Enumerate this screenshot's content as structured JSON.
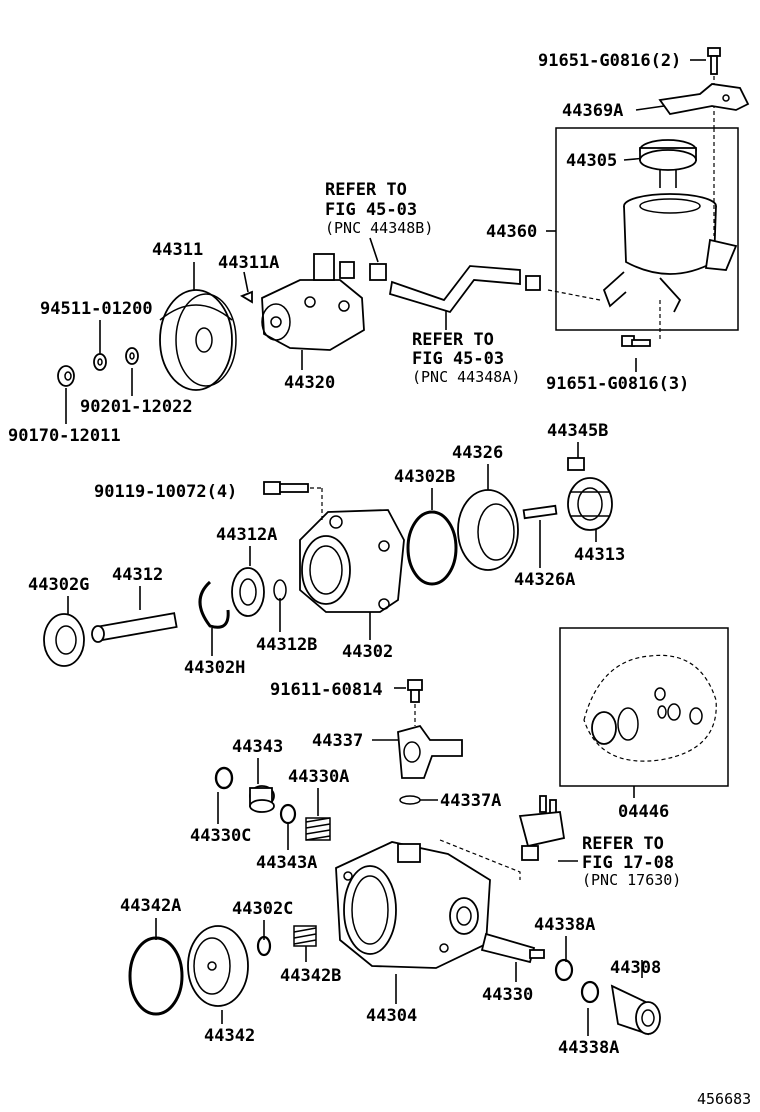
{
  "labels": {
    "p91651_g0816_2": "91651-G0816(2)",
    "p44369a": "44369A",
    "p44305": "44305",
    "p44360": "44360",
    "refer_45_03_b_1": "REFER TO",
    "refer_45_03_b_2": "FIG 45-03",
    "refer_45_03_b_3": "(PNC 44348B)",
    "p44311": "44311",
    "p44311a": "44311A",
    "p94511_01200": "94511-01200",
    "p90201_12022": "90201-12022",
    "p90170_12011": "90170-12011",
    "p44320": "44320",
    "refer_45_03_a_1": "REFER TO",
    "refer_45_03_a_2": "FIG 45-03",
    "refer_45_03_a_3": "(PNC 44348A)",
    "p91651_g0816_3": "91651-G0816(3)",
    "p44345b": "44345B",
    "p44326": "44326",
    "p44302b": "44302B",
    "p90119_10072_4": "90119-10072(4)",
    "p44313": "44313",
    "p44326a": "44326A",
    "p44312a": "44312A",
    "p44302g": "44302G",
    "p44312": "44312",
    "p44312b": "44312B",
    "p44302": "44302",
    "p44302h": "44302H",
    "p91611_60814": "91611-60814",
    "p44343": "44343",
    "p44337": "44337",
    "p44330a": "44330A",
    "p44330c": "44330C",
    "p44337a": "44337A",
    "p44343a": "44343A",
    "p04446": "04446",
    "refer_17_08_1": "REFER TO",
    "refer_17_08_2": "FIG 17-08",
    "refer_17_08_3": "(PNC 17630)",
    "p44342a": "44342A",
    "p44302c": "44302C",
    "p44338a_top": "44338A",
    "p44308": "44308",
    "p44342b": "44342B",
    "p44330": "44330",
    "p44342": "44342",
    "p44304": "44304",
    "p44338a_bottom": "44338A",
    "figure_id": "456683"
  }
}
